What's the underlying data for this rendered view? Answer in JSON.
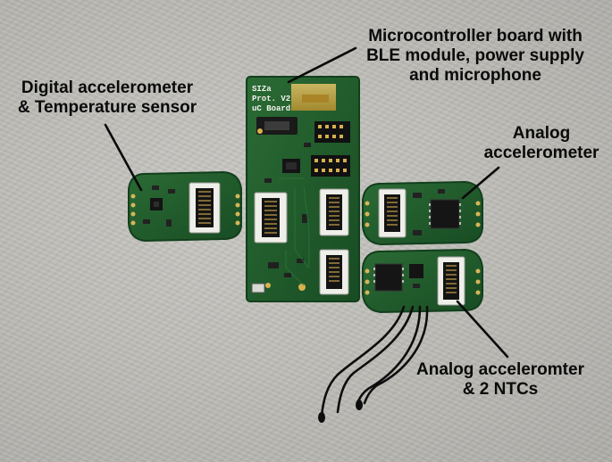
{
  "labels": {
    "mcu_board": "Microcontroller board with\nBLE module, power supply\nand microphone",
    "digital_accel": "Digital accelerometer\n& Temperature sensor",
    "analog_accel": "Analog\naccelerometer",
    "analog_accel_ntc": "Analog acceleromter\n& 2 NTCs"
  },
  "silkscreen": {
    "line1": "SIZa",
    "line2": "Prot. V2",
    "line3": "uC Board"
  },
  "colors": {
    "background": "#bebdb8",
    "pcb_green": "#1f5a2b",
    "pcb_edge": "#174a22",
    "connector_white": "#eeeeea",
    "chip_black": "#141414",
    "label_text": "#0a0a0a",
    "wire": "#0d0d0d"
  }
}
